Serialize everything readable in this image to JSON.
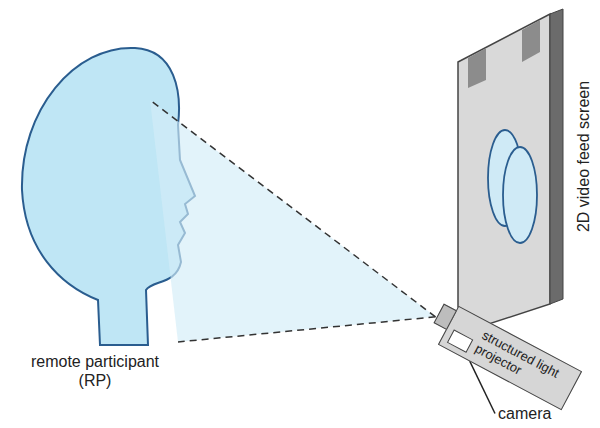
{
  "diagram": {
    "nodes": [
      {
        "text": [
          "structured light projector"
        ]
      }
    ],
    "labels": [
      "remote participant (RP)",
      "camera",
      "2D video feed screen"
    ]
  }
}
